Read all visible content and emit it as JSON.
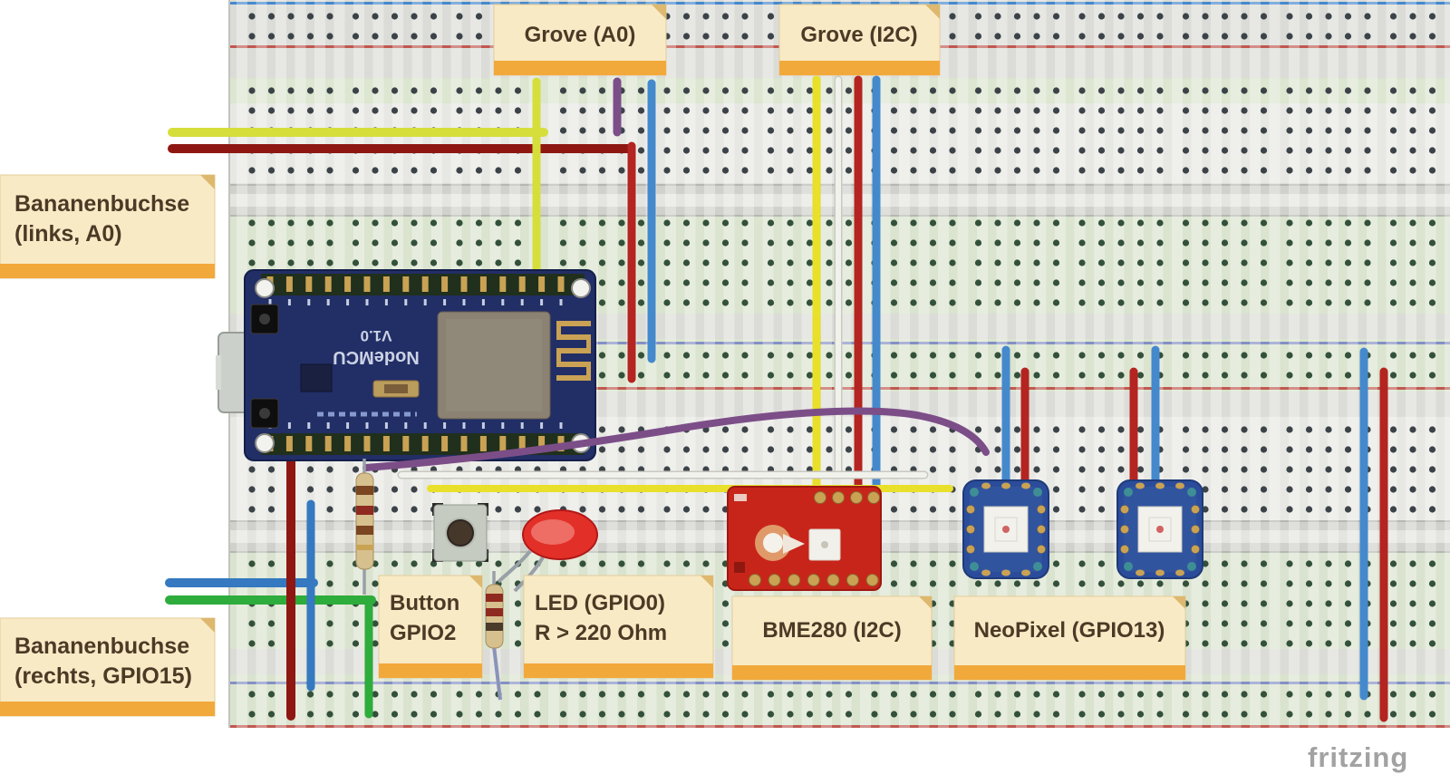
{
  "watermark": "fritzing",
  "callouts": {
    "grove_a0": {
      "line1": "Grove (A0)"
    },
    "grove_i2c": {
      "line1": "Grove (I2C)"
    },
    "banana_left": {
      "line1": "Bananenbuchse",
      "line2": "(links, A0)"
    },
    "banana_right": {
      "line1": "Bananenbuchse",
      "line2": "(rechts, GPIO15)"
    },
    "button": {
      "line1": "Button",
      "line2": "GPIO2"
    },
    "led": {
      "line1": "LED (GPIO0)",
      "line2": "R > 220 Ohm"
    },
    "bme280": {
      "line1": "BME280 (I2C)"
    },
    "neopixel": {
      "line1": "NeoPixel (GPIO13)"
    }
  },
  "nodemcu": {
    "name": "NodeMCU",
    "version": "V1.0",
    "body_color": "#222E66"
  },
  "components": {
    "bme280_board": {
      "color": "#C8251A"
    },
    "neopixel_board": {
      "color": "#2B4C9B"
    },
    "led": {
      "color": "#E23028"
    }
  },
  "wires": {
    "banana_a0_yellow": {
      "color": "#D6DE3C"
    },
    "banana_a0_red": {
      "color": "#8E1712"
    },
    "grove_a0_yellow": {
      "color": "#D6DE3C"
    },
    "grove_a0_purple": {
      "color": "#7C4E88"
    },
    "grove_a0_blue": {
      "color": "#4589CD"
    },
    "grove_a0_red": {
      "color": "#B42420"
    },
    "i2c_yellow": {
      "color": "#E8E02A"
    },
    "i2c_white": {
      "color": "#F2F2EC"
    },
    "i2c_red": {
      "color": "#B42420"
    },
    "i2c_blue": {
      "color": "#4589CD"
    },
    "neopixel_data_purple": {
      "color": "#7C4E88"
    },
    "banana_gpio15_blue": {
      "color": "#3579C0"
    },
    "banana_gpio15_green": {
      "color": "#2EAC3C"
    },
    "power_red_vertical": {
      "color": "#8E1712"
    },
    "rail_blue": {
      "color": "#4589CD"
    },
    "rail_red": {
      "color": "#B42420"
    }
  }
}
